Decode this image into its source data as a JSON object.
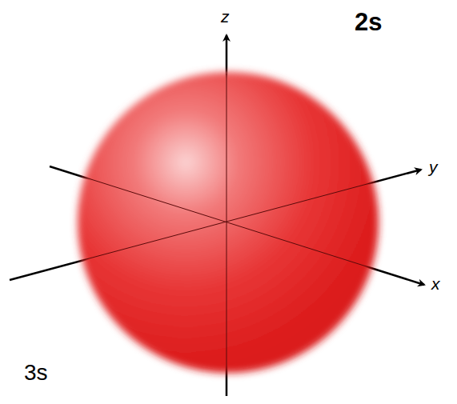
{
  "diagram": {
    "labels": [
      "2s",
      "z",
      "y",
      "x",
      "3s"
    ]
  }
}
